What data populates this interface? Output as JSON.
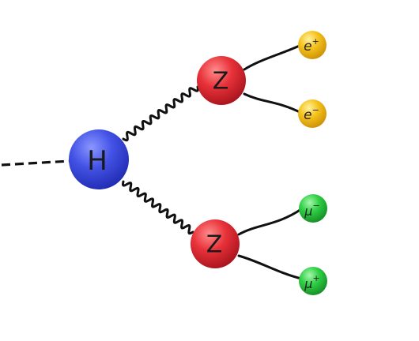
{
  "diagram": {
    "higgs": {
      "label": "H",
      "color": "#3f4fe0"
    },
    "z_upper": {
      "label": "Z",
      "color": "#e8323a"
    },
    "z_lower": {
      "label": "Z",
      "color": "#e8323a"
    },
    "leptons": [
      {
        "name": "positron",
        "base": "e",
        "sup": "+",
        "color": "#f5c21c"
      },
      {
        "name": "electron",
        "base": "e",
        "sup": "−",
        "color": "#f5c21c"
      },
      {
        "name": "muon-minus",
        "base": "μ",
        "sup": "−",
        "color": "#2fcf45"
      },
      {
        "name": "muon-plus",
        "base": "μ",
        "sup": "+",
        "color": "#2fcf45"
      }
    ]
  }
}
